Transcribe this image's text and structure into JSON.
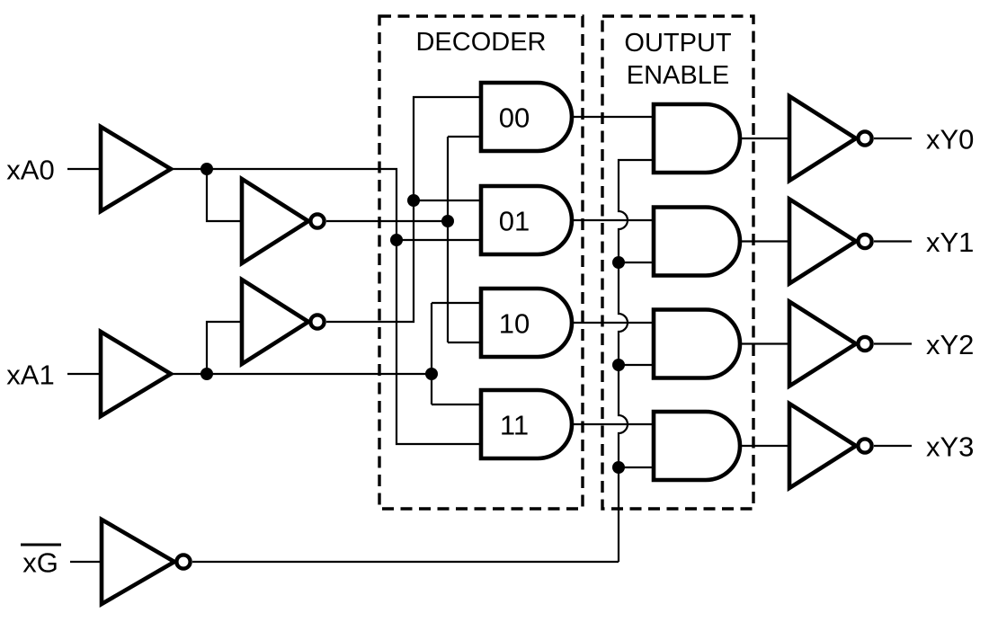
{
  "inputs": {
    "a0_label": "xA0",
    "a1_label": "xA1",
    "enable_label": "xG",
    "enable_label_has_overline": true
  },
  "decoder": {
    "title": "DECODER",
    "gates": {
      "g00": "00",
      "g01": "01",
      "g10": "10",
      "g11": "11"
    }
  },
  "output_enable": {
    "title_line1": "OUTPUT",
    "title_line2": "ENABLE"
  },
  "outputs": {
    "y0": "xY0",
    "y1": "xY1",
    "y2": "xY2",
    "y3": "xY3"
  },
  "colors": {
    "ink": "#000000",
    "background": "#ffffff"
  }
}
